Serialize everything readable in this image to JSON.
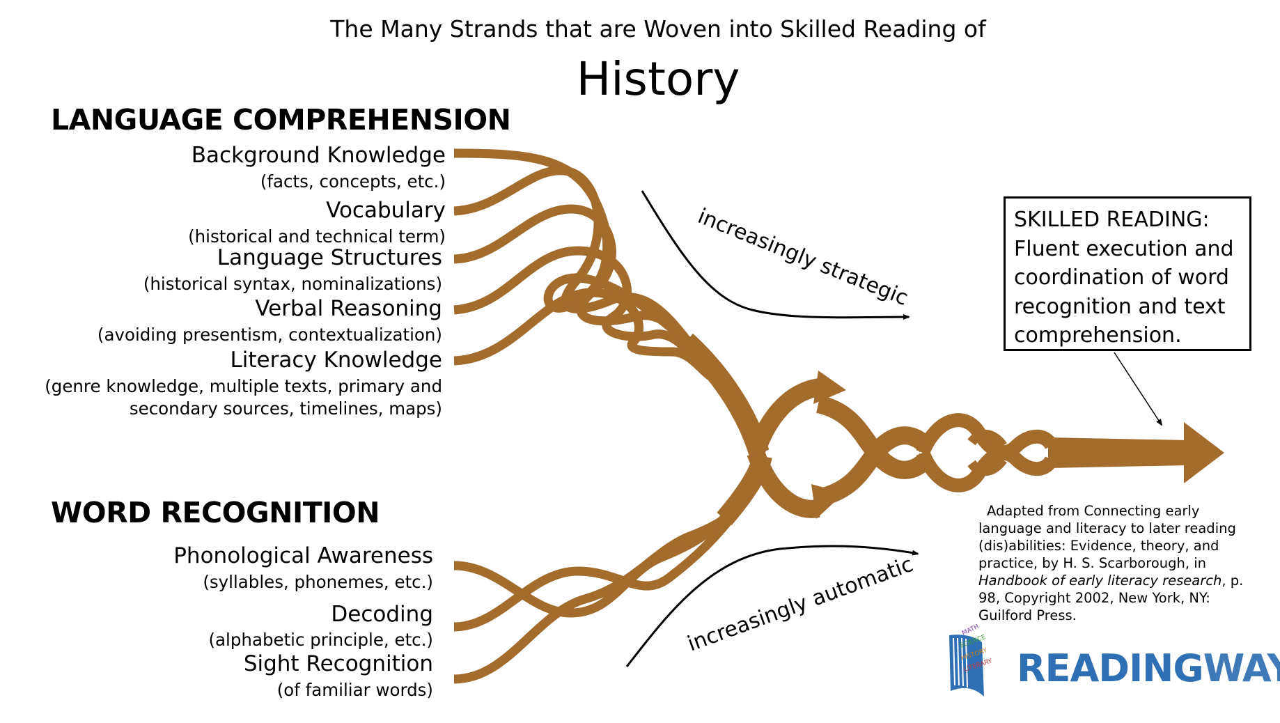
{
  "header": {
    "subtitle": "The Many Strands that are Woven into Skilled Reading of",
    "title": "History"
  },
  "language_comprehension": {
    "heading": "LANGUAGE COMPREHENSION",
    "items": [
      {
        "label": "Background Knowledge",
        "detail": "(facts, concepts, etc.)"
      },
      {
        "label": "Vocabulary",
        "detail": "(historical and technical term)"
      },
      {
        "label": "Language Structures",
        "detail": "(historical syntax, nominalizations)"
      },
      {
        "label": "Verbal Reasoning",
        "detail": "(avoiding presentism, contextualization)"
      },
      {
        "label": "Literacy Knowledge",
        "detail_line1": "(genre knowledge, multiple texts, primary and",
        "detail_line2": "secondary sources, timelines, maps)"
      }
    ]
  },
  "word_recognition": {
    "heading": "WORD RECOGNITION",
    "items": [
      {
        "label": "Phonological Awareness",
        "detail": "(syllables, phonemes, etc.)"
      },
      {
        "label": "Decoding",
        "detail": "(alphabetic principle, etc.)"
      },
      {
        "label": "Sight Recognition",
        "detail": "(of familiar words)"
      }
    ]
  },
  "arrows": {
    "strategic": "increasingly strategic",
    "automatic": "increasingly automatic"
  },
  "skilled_reading": {
    "line1": "SKILLED READING:",
    "line2": "Fluent execution and",
    "line3": "coordination of word",
    "line4": "recognition and text",
    "line5": "comprehension."
  },
  "citation": {
    "part1": "Adapted from Connecting early language and literacy to later reading (dis)abilities: Evidence, theory, and practice, by H. S. Scarborough, in ",
    "book": "Handbook of early literacy research",
    "part2": ", p. 98, Copyright 2002, New York, NY: Guilford Press."
  },
  "logo": {
    "reading": "READING",
    "ways": "WAYS",
    "book_labels": [
      "MATH",
      "SCIENCE",
      "HISTORY",
      "LITERARY"
    ]
  },
  "colors": {
    "strand": "#a36b2c",
    "logo_blue": "#2f6fb3",
    "text": "#000000"
  }
}
